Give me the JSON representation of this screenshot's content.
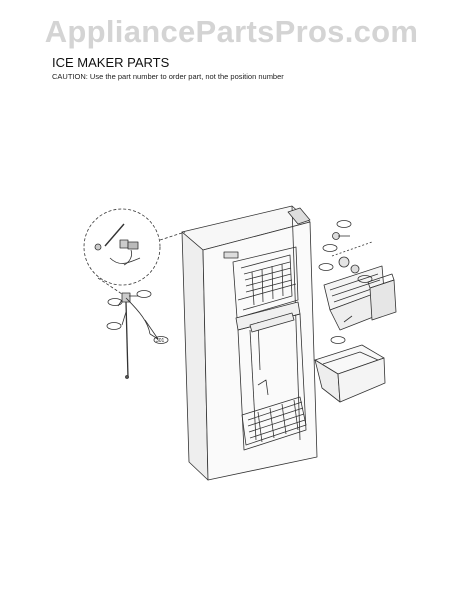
{
  "watermark": "AppliancePartsPros.com",
  "header": {
    "title": "ICE MAKER PARTS",
    "caution": "CAUTION: Use the part number to order part, not the position number"
  },
  "callouts": {
    "c1": "",
    "c2": "",
    "c3": "",
    "c4": "",
    "c5": "",
    "c6": "301",
    "c7": "",
    "c8": "",
    "c9": "",
    "c10": "",
    "c11": ""
  }
}
